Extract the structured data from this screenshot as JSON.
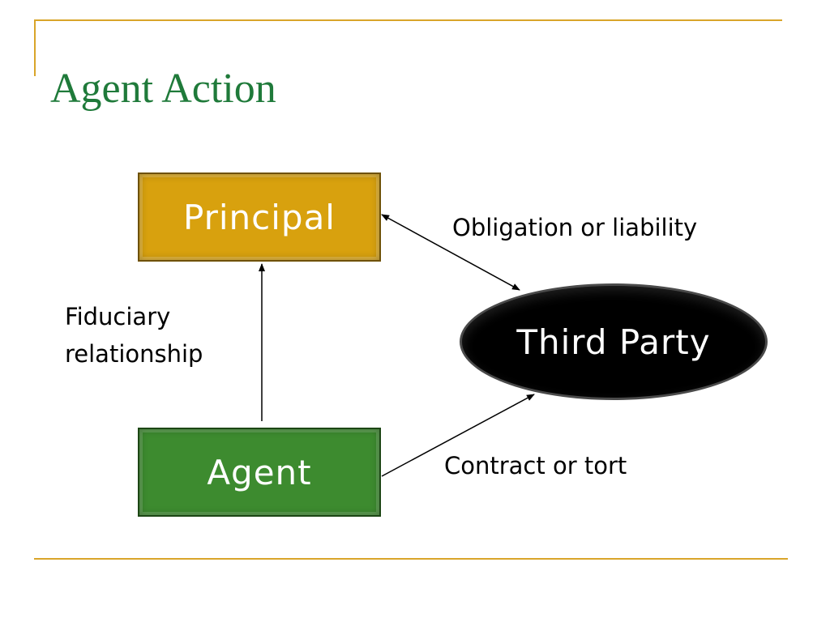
{
  "title": "Agent Action",
  "colors": {
    "title": "#1f7a3a",
    "rule": "#d9a52a",
    "principal_fill": "#d8a10e",
    "agent_fill": "#3d8b2f",
    "third_party_fill": "#000000",
    "arrow": "#000000"
  },
  "nodes": {
    "principal": {
      "label": "Principal"
    },
    "agent": {
      "label": "Agent"
    },
    "third_party": {
      "label": "Third Party"
    }
  },
  "edges": {
    "obligation": {
      "label": "Obligation or liability"
    },
    "fiduciary": {
      "label_lines": [
        "Fiduciary",
        "relationship"
      ]
    },
    "contract": {
      "label": "Contract or tort"
    }
  }
}
